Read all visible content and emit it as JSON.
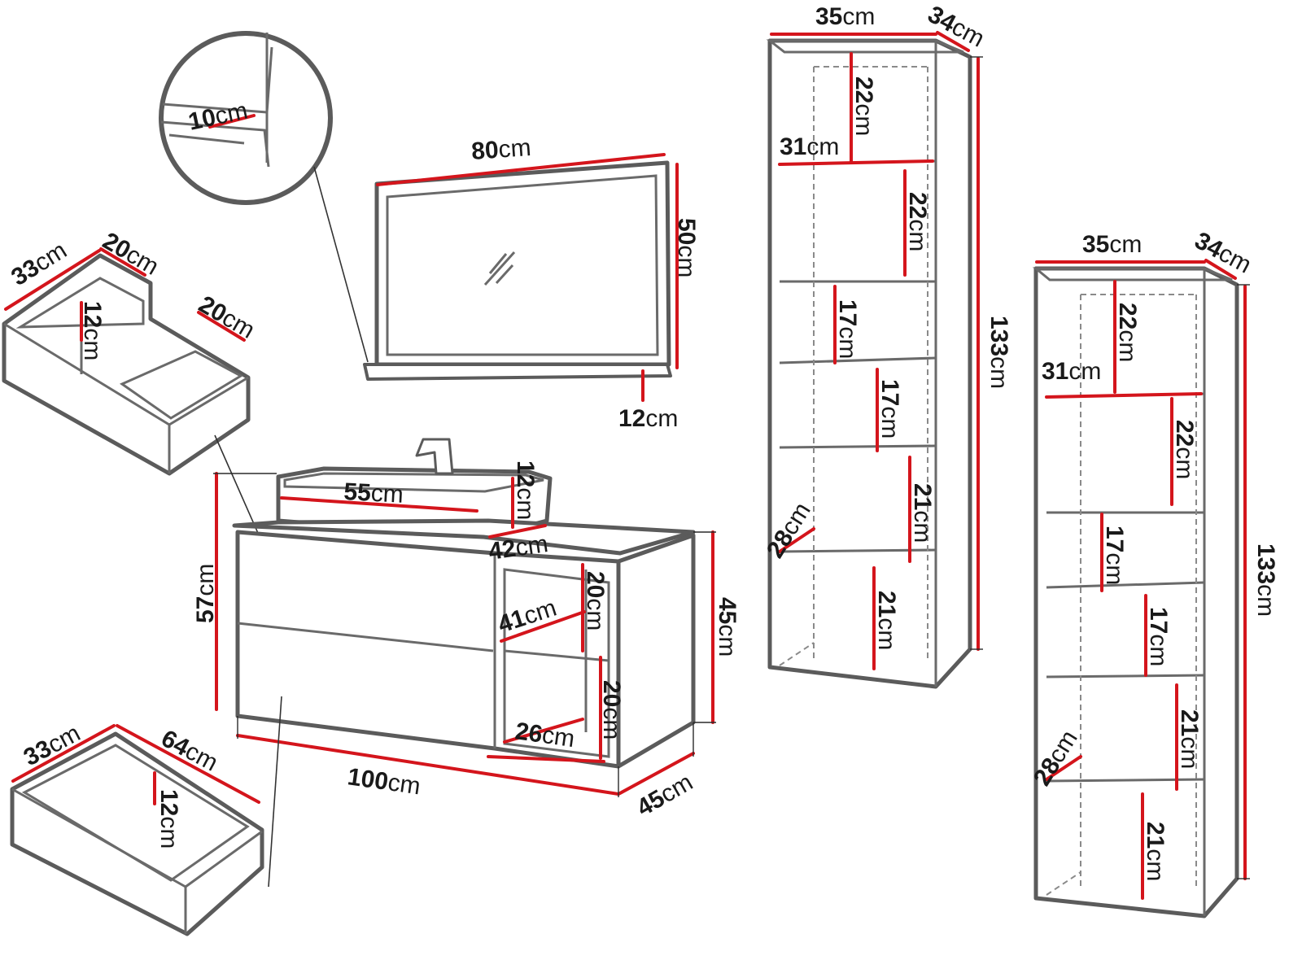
{
  "colors": {
    "outline": "#5b5b5b",
    "dimension": "#d4151c",
    "text": "#1a1a1a"
  },
  "components": [
    {
      "id": "mirror-detail",
      "labels": [
        {
          "num": "10",
          "unit": "cm"
        }
      ]
    },
    {
      "id": "mirror",
      "labels": [
        {
          "num": "80",
          "unit": "cm"
        },
        {
          "num": "50",
          "unit": "cm"
        },
        {
          "num": "12",
          "unit": "cm"
        }
      ]
    },
    {
      "id": "top-drawer",
      "labels": [
        {
          "num": "33",
          "unit": "cm"
        },
        {
          "num": "20",
          "unit": "cm"
        },
        {
          "num": "12",
          "unit": "cm"
        },
        {
          "num": "20",
          "unit": "cm"
        }
      ]
    },
    {
      "id": "vanity-cabinet",
      "labels": [
        {
          "num": "55",
          "unit": "cm"
        },
        {
          "num": "12",
          "unit": "cm"
        },
        {
          "num": "42",
          "unit": "cm"
        },
        {
          "num": "57",
          "unit": "cm"
        },
        {
          "num": "45",
          "unit": "cm"
        },
        {
          "num": "41",
          "unit": "cm"
        },
        {
          "num": "20",
          "unit": "cm"
        },
        {
          "num": "20",
          "unit": "cm"
        },
        {
          "num": "26",
          "unit": "cm"
        },
        {
          "num": "100",
          "unit": "cm"
        },
        {
          "num": "45",
          "unit": "cm"
        }
      ]
    },
    {
      "id": "bottom-drawer",
      "labels": [
        {
          "num": "33",
          "unit": "cm"
        },
        {
          "num": "64",
          "unit": "cm"
        },
        {
          "num": "12",
          "unit": "cm"
        }
      ]
    },
    {
      "id": "tall-shelf-a",
      "labels": [
        {
          "num": "35",
          "unit": "cm"
        },
        {
          "num": "34",
          "unit": "cm"
        },
        {
          "num": "22",
          "unit": "cm"
        },
        {
          "num": "31",
          "unit": "cm"
        },
        {
          "num": "22",
          "unit": "cm"
        },
        {
          "num": "17",
          "unit": "cm"
        },
        {
          "num": "17",
          "unit": "cm"
        },
        {
          "num": "21",
          "unit": "cm"
        },
        {
          "num": "28",
          "unit": "cm"
        },
        {
          "num": "21",
          "unit": "cm"
        },
        {
          "num": "133",
          "unit": "cm"
        }
      ]
    },
    {
      "id": "tall-shelf-b",
      "labels": [
        {
          "num": "35",
          "unit": "cm"
        },
        {
          "num": "34",
          "unit": "cm"
        },
        {
          "num": "22",
          "unit": "cm"
        },
        {
          "num": "31",
          "unit": "cm"
        },
        {
          "num": "22",
          "unit": "cm"
        },
        {
          "num": "17",
          "unit": "cm"
        },
        {
          "num": "17",
          "unit": "cm"
        },
        {
          "num": "21",
          "unit": "cm"
        },
        {
          "num": "28",
          "unit": "cm"
        },
        {
          "num": "21",
          "unit": "cm"
        },
        {
          "num": "133",
          "unit": "cm"
        }
      ]
    }
  ]
}
